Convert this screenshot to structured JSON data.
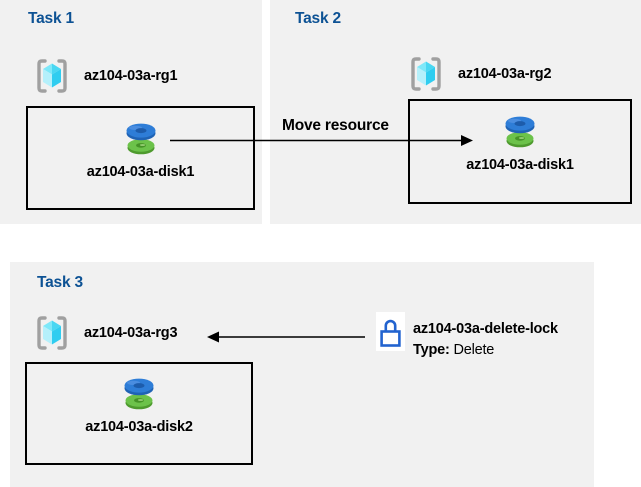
{
  "colors": {
    "panel_background": "#f1f1f1",
    "task_title_blue": "#0d5294",
    "text_black": "#000000",
    "box_border": "#000000",
    "arrow_black": "#000000",
    "lock_blue": "#2263cf",
    "rg_bracket_gray": "#a0a0a0",
    "cube_cyan_light": "#7ee8f9",
    "cube_cyan_medium": "#49d7f2",
    "cube_cyan_pale": "#b5f0fb",
    "cube_cyan_dark": "#2fcdf0",
    "disk_blue": "#2e7dd7",
    "disk_blue_rim": "#1f63b5",
    "disk_blue_hole": "#1d5cab",
    "disk_green": "#6cc24a",
    "disk_green_rim": "#4e9a2e",
    "disk_green_hole": "#459327"
  },
  "tasks": [
    {
      "title": "Task 1",
      "resource_group": "az104-03a-rg1",
      "disk": "az104-03a-disk1"
    },
    {
      "title": "Task 2",
      "resource_group": "az104-03a-rg2",
      "disk": "az104-03a-disk1"
    },
    {
      "title": "Task 3",
      "resource_group": "az104-03a-rg3",
      "disk": "az104-03a-disk2"
    }
  ],
  "arrows": {
    "move_label": "Move resource"
  },
  "lock": {
    "name": "az104-03a-delete-lock",
    "type_label": "Type:",
    "type_value": "Delete"
  },
  "icons": {
    "resource_group": "resource-group-icon",
    "disk": "disk-icon",
    "lock": "lock-icon"
  }
}
